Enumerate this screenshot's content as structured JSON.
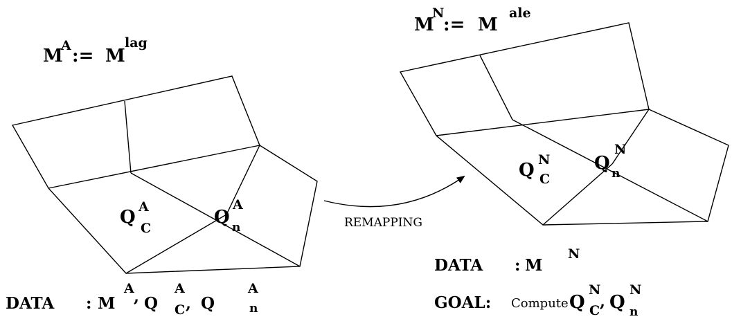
{
  "left": {
    "title": {
      "base": "M",
      "sup": "A",
      "assign": ":=",
      "rhs": "M",
      "rhs_sup": "lag"
    },
    "cell_label": {
      "base": "Q",
      "sup": "A",
      "sub": "C"
    },
    "node_label": {
      "base": "Q",
      "sup": "A",
      "sub": "n"
    },
    "data_line": {
      "prefix": "DATA",
      "colon": ":",
      "m": "M",
      "m_sup": "A",
      "comma1": ",",
      "q1": "Q",
      "q1_sup": "A",
      "q1_sub": "C",
      "comma2": ",",
      "q2": "Q",
      "q2_sup": "A",
      "q2_sub": "n"
    }
  },
  "right": {
    "title": {
      "base": "M",
      "sup": "N",
      "assign": ":=",
      "rhs": "M",
      "rhs_sup": "ale"
    },
    "cell_label": {
      "base": "Q",
      "sup": "N",
      "sub": "C"
    },
    "node_label": {
      "base": "Q",
      "sup": "N",
      "sub": "n"
    },
    "data_line": {
      "prefix": "DATA",
      "colon": ":",
      "m": "M",
      "m_sup": "N"
    },
    "goal_line": {
      "prefix": "GOAL:",
      "verb": "Compute",
      "q1": "Q",
      "q1_sup": "N",
      "q1_sub": "C",
      "comma": ",",
      "q2": "Q",
      "q2_sup": "N",
      "q2_sub": "n"
    }
  },
  "arrow_label": "REMAPPING"
}
